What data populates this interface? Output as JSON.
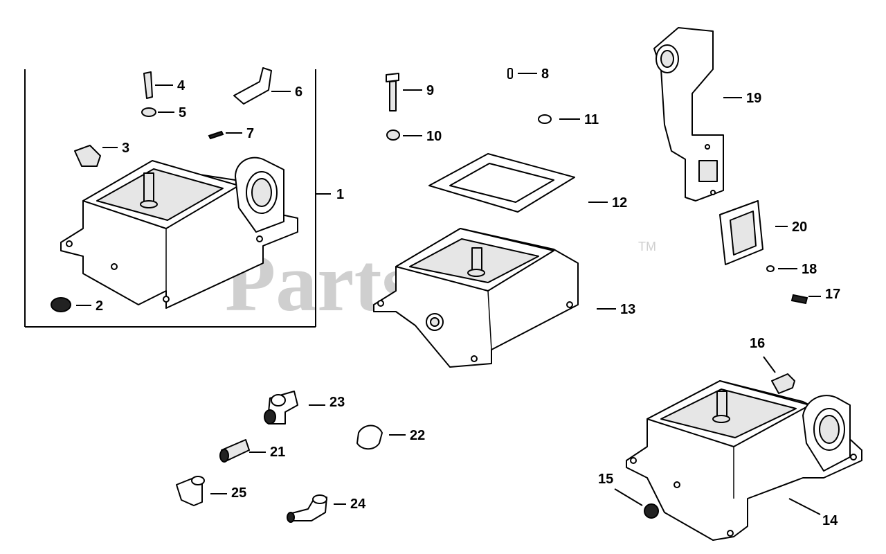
{
  "watermark": {
    "text": "PartsTree",
    "tm": "TM"
  },
  "callouts": {
    "c1": "1",
    "c2": "2",
    "c3": "3",
    "c4": "4",
    "c5": "5",
    "c6": "6",
    "c7": "7",
    "c8": "8",
    "c9": "9",
    "c10": "10",
    "c11": "11",
    "c12": "12",
    "c13": "13",
    "c14": "14",
    "c15": "15",
    "c16": "16",
    "c17": "17",
    "c18": "18",
    "c19": "19",
    "c20": "20",
    "c21": "21",
    "c22": "22",
    "c23": "23",
    "c24": "24",
    "c25": "25"
  }
}
